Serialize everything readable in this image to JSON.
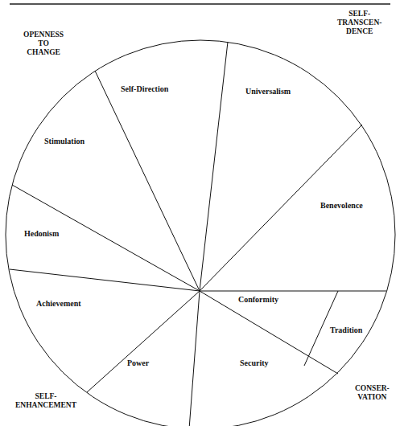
{
  "diagram": {
    "labels": [
      "OPENNESS TO CHANGE",
      "SELF- TRANSCEN- DENCE",
      "Self-Direction",
      "Universalism",
      "Stimulation",
      "Benevolence",
      "Hedonism",
      "Conformity",
      "Tradition",
      "Achievement",
      "Power",
      "Security",
      "SELF- ENHANCEMENT",
      "CONSER- VATION"
    ]
  }
}
